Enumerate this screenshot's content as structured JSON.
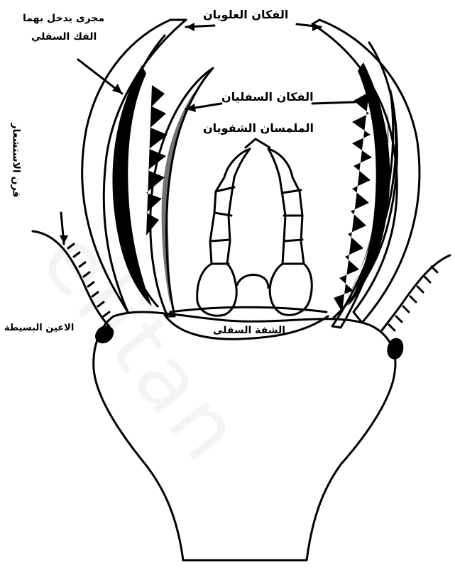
{
  "colors": {
    "ink": "#000000",
    "paper": "#ffffff"
  },
  "labels": {
    "upper_jaw_canal": "مجرى يدخل بهما",
    "upper_jaw_canal_line2": "الفك السفلي",
    "upper_jaws": "الفكان العلويان",
    "lower_jaws": "الفكان السفليان",
    "palps": "الملمسان الشفويان",
    "antenna_groove": "قرن الاستشعار",
    "simple_eye": "الاعين البسيطة",
    "lower_lip": "الشفة السفلى"
  },
  "watermark_text": "elitan"
}
